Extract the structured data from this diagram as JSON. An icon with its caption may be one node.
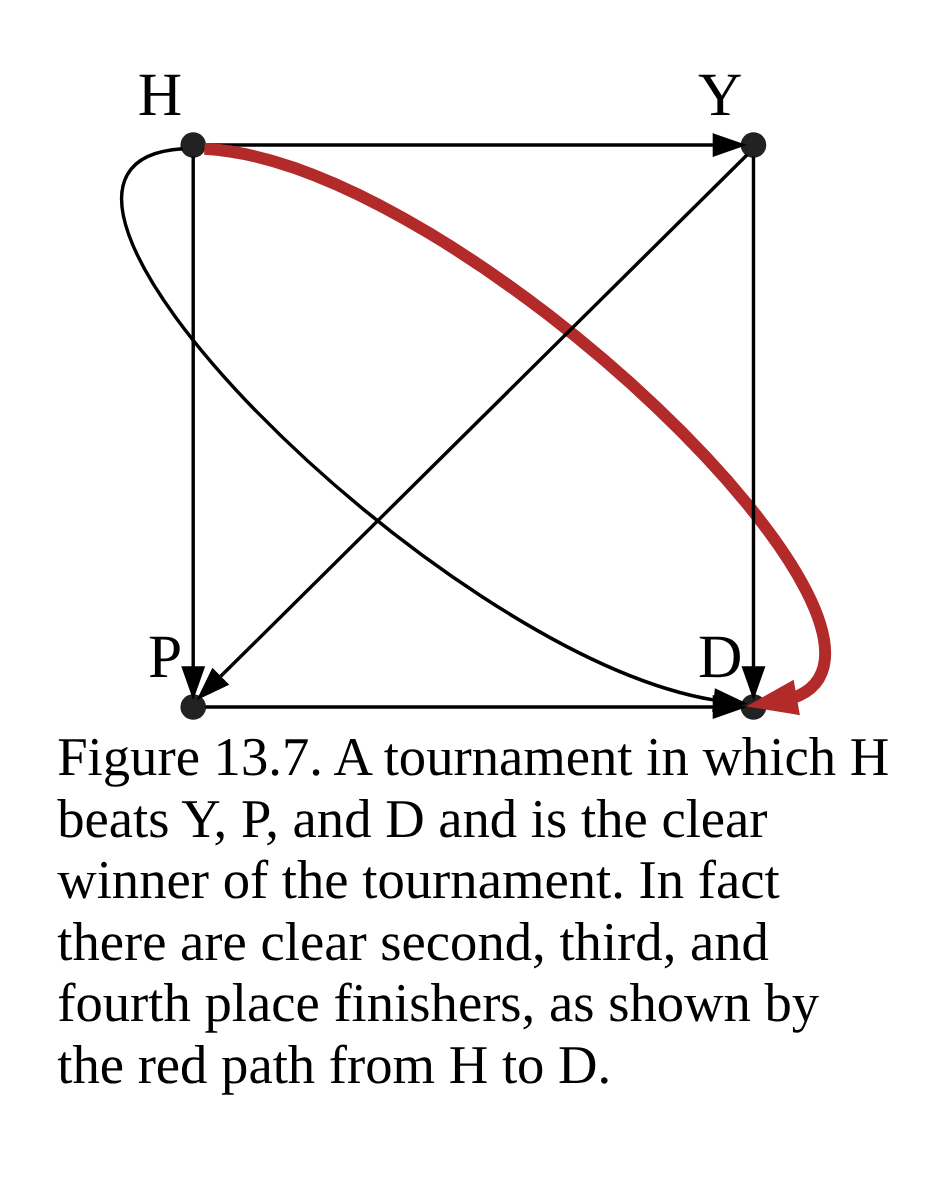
{
  "diagram": {
    "caption": "Figure 13.7. A tournament in which H beats Y, P, and D and is the clear winner of the tournament. In fact there are clear second, third, and fourth place finishers, as shown by the red path from H to D.",
    "nodes": [
      {
        "text": [
          "H"
        ]
      },
      {
        "text": [
          "Y"
        ]
      },
      {
        "text": [
          "P"
        ]
      },
      {
        "text": [
          "D"
        ]
      }
    ],
    "edges": [
      {
        "from": 0,
        "to": 1,
        "arrow": "to"
      },
      {
        "from": 0,
        "to": 2,
        "arrow": "to"
      },
      {
        "from": 0,
        "to": 3,
        "arrow": "to"
      },
      {
        "from": 1,
        "to": 2,
        "arrow": "to"
      },
      {
        "from": 1,
        "to": 3,
        "arrow": "to"
      },
      {
        "from": 2,
        "to": 3,
        "arrow": "to"
      },
      {
        "from": 0,
        "to": 3,
        "arrow": "to",
        "style": "thick",
        "color": "#b22a2a"
      }
    ]
  }
}
